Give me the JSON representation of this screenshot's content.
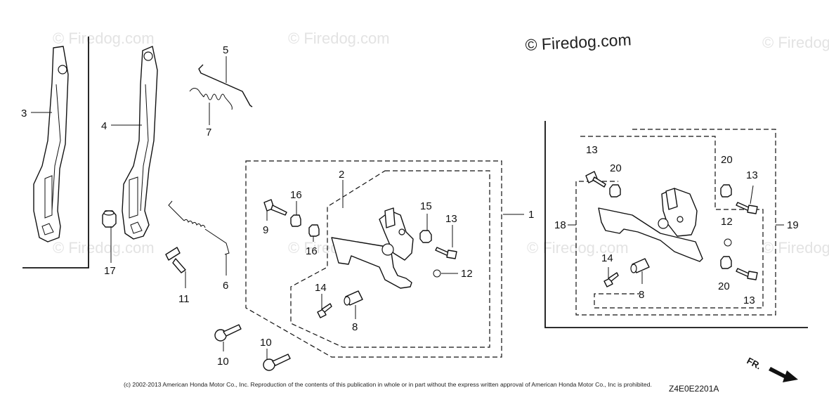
{
  "watermarks": {
    "faint": "© Firedog.com",
    "main": "© Firedog.com"
  },
  "callouts": {
    "c1": "1",
    "c2": "2",
    "c3": "3",
    "c4": "4",
    "c5": "5",
    "c6": "6",
    "c7": "7",
    "c8a": "8",
    "c8b": "8",
    "c9": "9",
    "c10a": "10",
    "c10b": "10",
    "c11": "11",
    "c12a": "12",
    "c12b": "12",
    "c13a": "13",
    "c13b": "13",
    "c13c": "13",
    "c13d": "13",
    "c14a": "14",
    "c14b": "14",
    "c15": "15",
    "c16a": "16",
    "c16b": "16",
    "c17": "17",
    "c18": "18",
    "c19": "19",
    "c20a": "20",
    "c20b": "20",
    "c20c": "20"
  },
  "footer": {
    "copyright": "(c) 2002-2013 American Honda Motor Co., Inc. Reproduction of the contents of this publication in whole or in part without the express written approval of American Honda Motor Co., Inc is prohibited.",
    "diagram_code": "Z4E0E2201A"
  },
  "direction": {
    "label": "FR."
  }
}
